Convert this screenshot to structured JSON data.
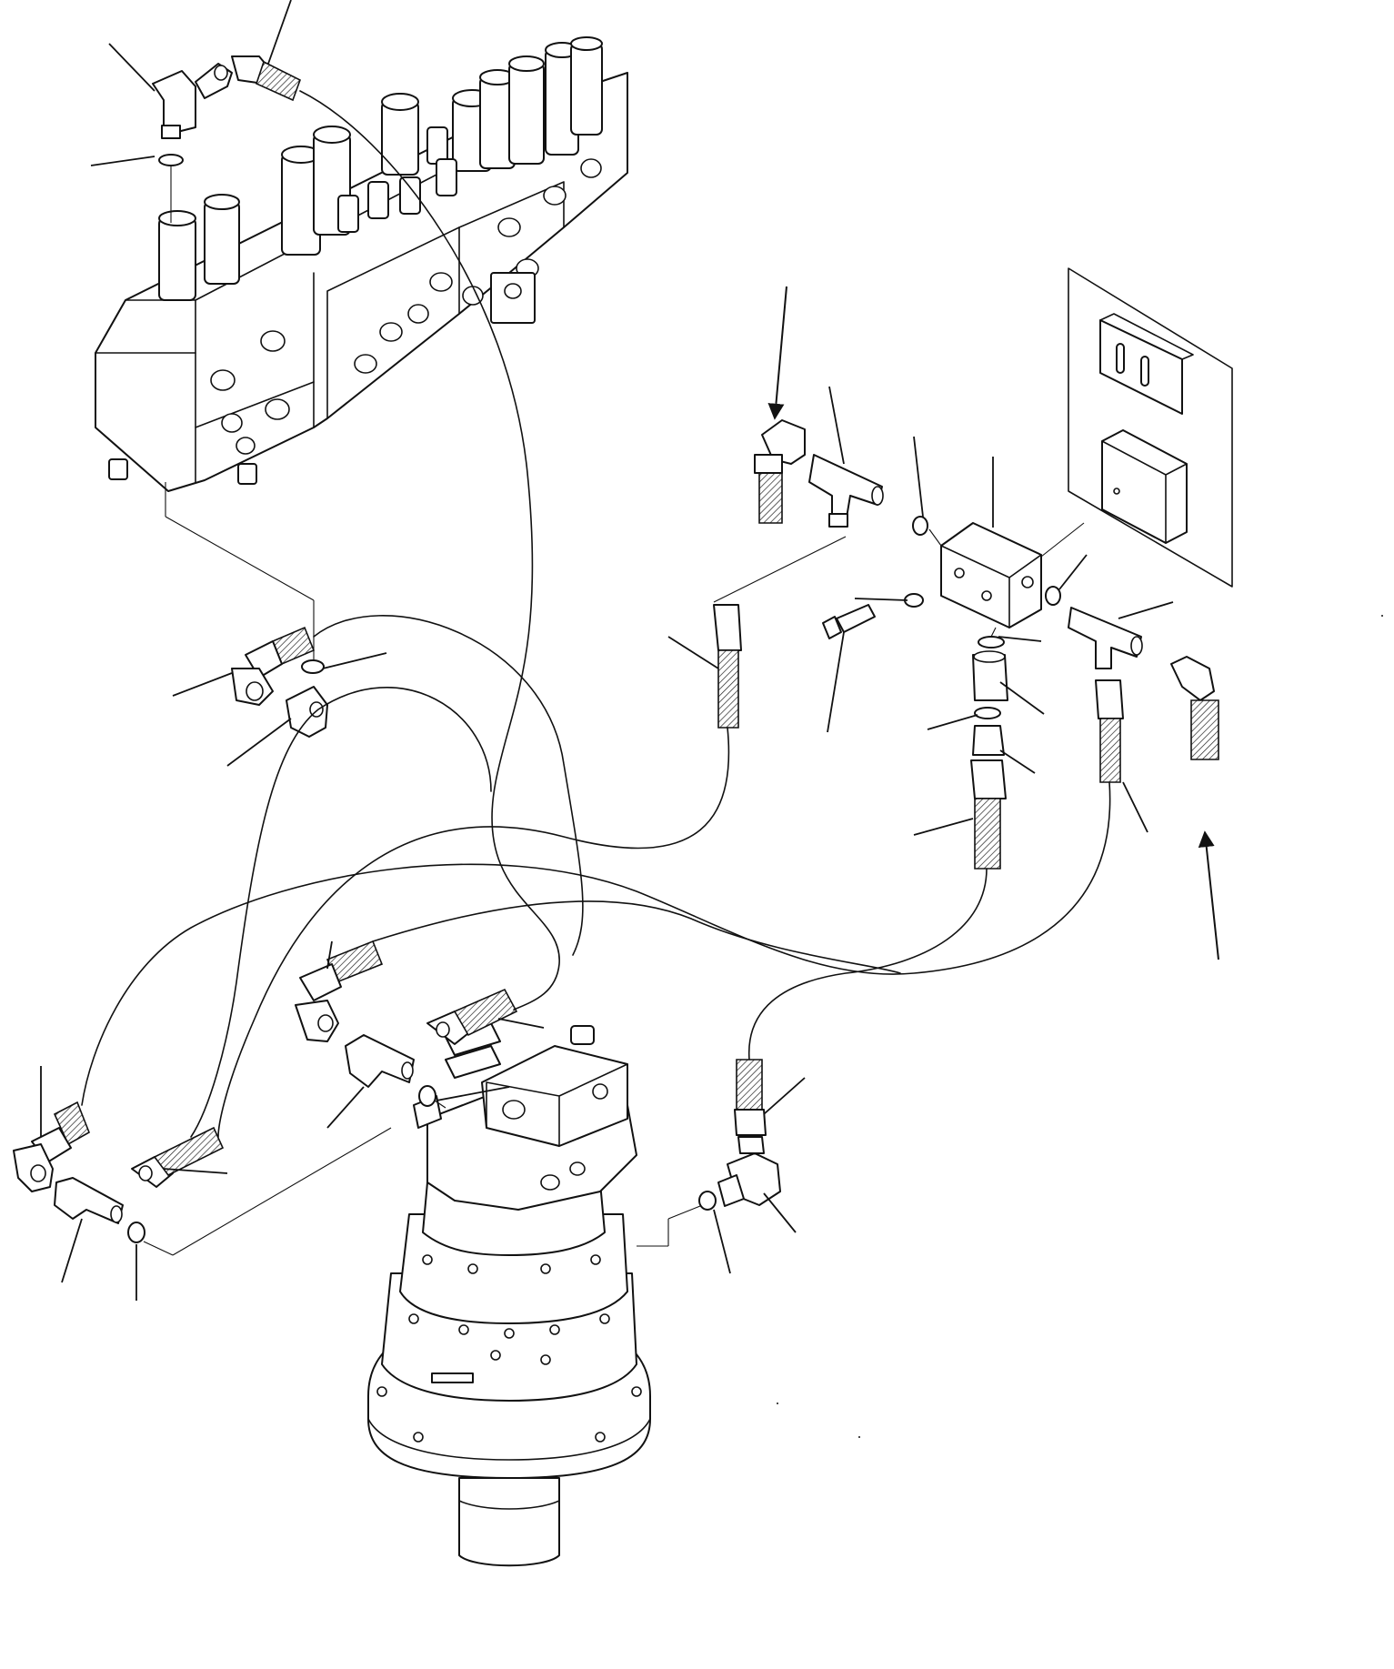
{
  "diagram": {
    "components": [
      {
        "id": "control-valve",
        "icon": "control-valve-icon"
      },
      {
        "id": "swing-motor",
        "icon": "swing-motor-icon"
      },
      {
        "id": "junction-block",
        "icon": "junction-block-icon"
      },
      {
        "id": "mounting-bracket",
        "icon": "bracket-icon"
      },
      {
        "id": "hoses",
        "icon": "hose-icon"
      },
      {
        "id": "elbow-fittings",
        "icon": "elbow-fitting-icon"
      },
      {
        "id": "tee-fittings",
        "icon": "tee-fitting-icon"
      },
      {
        "id": "o-rings",
        "icon": "o-ring-icon"
      }
    ],
    "leader_count": 34,
    "arrow_count": 2
  }
}
